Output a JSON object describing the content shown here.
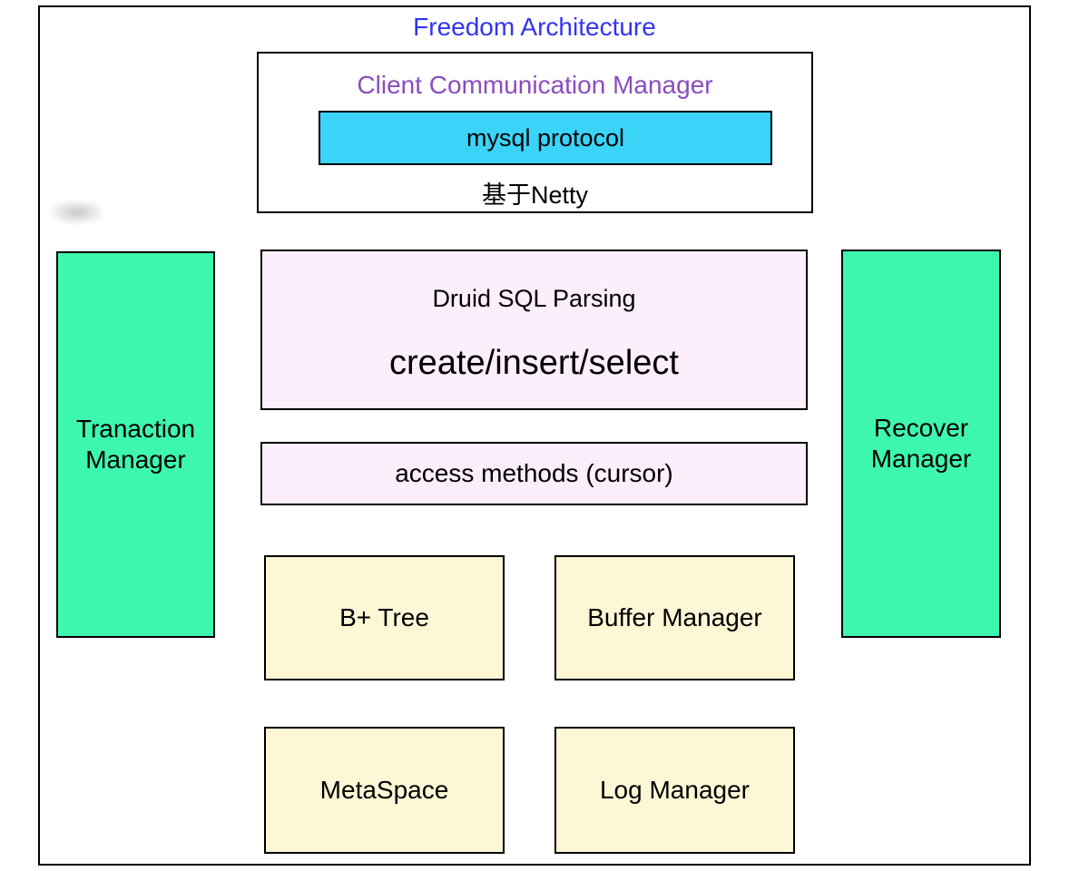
{
  "colors": {
    "title_blue": "#3434f0",
    "subtitle_purple": "#8b4dbe",
    "protocol_cyan": "#3bd4f8",
    "manager_green": "#3ef7ae",
    "parsing_pink": "#fceefb",
    "storage_yellow": "#fef7d6",
    "border_black": "#000000"
  },
  "title": "Freedom Architecture",
  "client_communication": {
    "label": "Client Communication Manager",
    "protocol_label": "mysql protocol",
    "note": "基于Netty"
  },
  "transaction_manager": {
    "line1": "Tranaction",
    "line2": "Manager"
  },
  "recover_manager": {
    "line1": "Recover",
    "line2": "Manager"
  },
  "sql_parsing": {
    "title": "Druid SQL Parsing",
    "operations": "create/insert/select"
  },
  "access_methods": {
    "label": "access methods (cursor)"
  },
  "storage": {
    "bplus_tree": "B+ Tree",
    "buffer_manager": "Buffer Manager",
    "metaspace": "MetaSpace",
    "log_manager": "Log Manager"
  }
}
